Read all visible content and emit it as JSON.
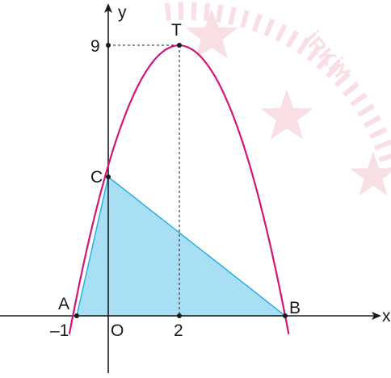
{
  "colors": {
    "parabola": "#d4147a",
    "triangle_fill": "#a9dff5",
    "triangle_stroke": "#2ab0e0",
    "axis": "#1a1a1a",
    "watermark": "#c8102e"
  },
  "labels": {
    "x_axis": "x",
    "y_axis": "y",
    "origin": "O",
    "point_A": "A",
    "point_B": "B",
    "point_C": "C",
    "point_T": "T",
    "tick_x_neg1": "–1",
    "tick_x_2": "2",
    "tick_y_9": "9"
  },
  "watermark": {
    "text": "İRKİY"
  },
  "geometry": {
    "parabola": "y = -(x+1)(x-5)",
    "vertex": {
      "label": "T",
      "x": 2,
      "y": 9
    },
    "points": [
      {
        "label": "A",
        "x": -1,
        "y": 0
      },
      {
        "label": "B",
        "x": 5,
        "y": 0
      },
      {
        "label": "C",
        "x": 0,
        "y": 5
      },
      {
        "label": "O",
        "x": 0,
        "y": 0
      }
    ],
    "shaded_triangle": [
      "A",
      "B",
      "C"
    ]
  }
}
